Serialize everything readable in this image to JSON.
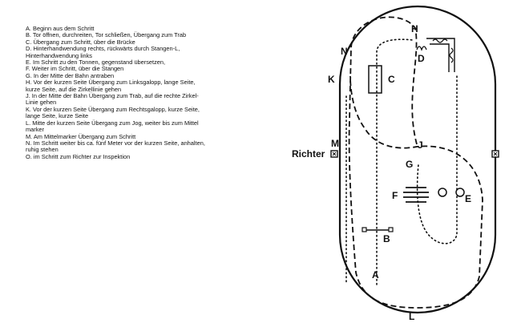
{
  "legend": [
    "A. Beginn aus dem  Schritt",
    "B. Tor öffnen, durchreiten, Tor schließen, Übergang zum Trab",
    "C. Übergang zum Schritt, über die Brücke",
    "D. Hinterhandwendung rechts, rückwärts durch Stangen-L,\n     Hinterhandwendung links",
    "E. Im Schritt zu den Tonnen, gegenstand übersetzen,",
    "F. Weiter im Schritt, über die Stangen",
    "G. In der Mitte der Bahn antraben",
    "H. Vor der kurzen Seite Übergang zum Linksgalopp, lange Seite,\n     kurze Seite, auf die Zirkellinie gehen",
    "J. In der Mitte der Bahn Übergang zum Trab, auf die rechte Zirkel-\n     Linie gehen",
    "K. Vor der kurzen Seite Übergang zum Rechtsgalopp, kurze Seite,\n     lange Seite, kurze Seite",
    "L. Mitte der kurzen Seite Übergang zum Jog, weiter bis zum Mittel\n     marker",
    "M. Am Mittelmarker Übergang zum Schritt",
    "N. Im Schritt weiter bis ca. fünf Meter vor der kurzen Seite, anhalten,\n     ruhig stehen",
    "O. im Schritt zum Richter zur Inspektion"
  ],
  "labels": {
    "A": "A",
    "B": "B",
    "C": "C",
    "D": "D",
    "E": "E",
    "F": "F",
    "G": "G",
    "H": "H",
    "J": "J",
    "K": "K",
    "L": "L",
    "M": "M",
    "N": "N"
  },
  "judge": "Richter"
}
